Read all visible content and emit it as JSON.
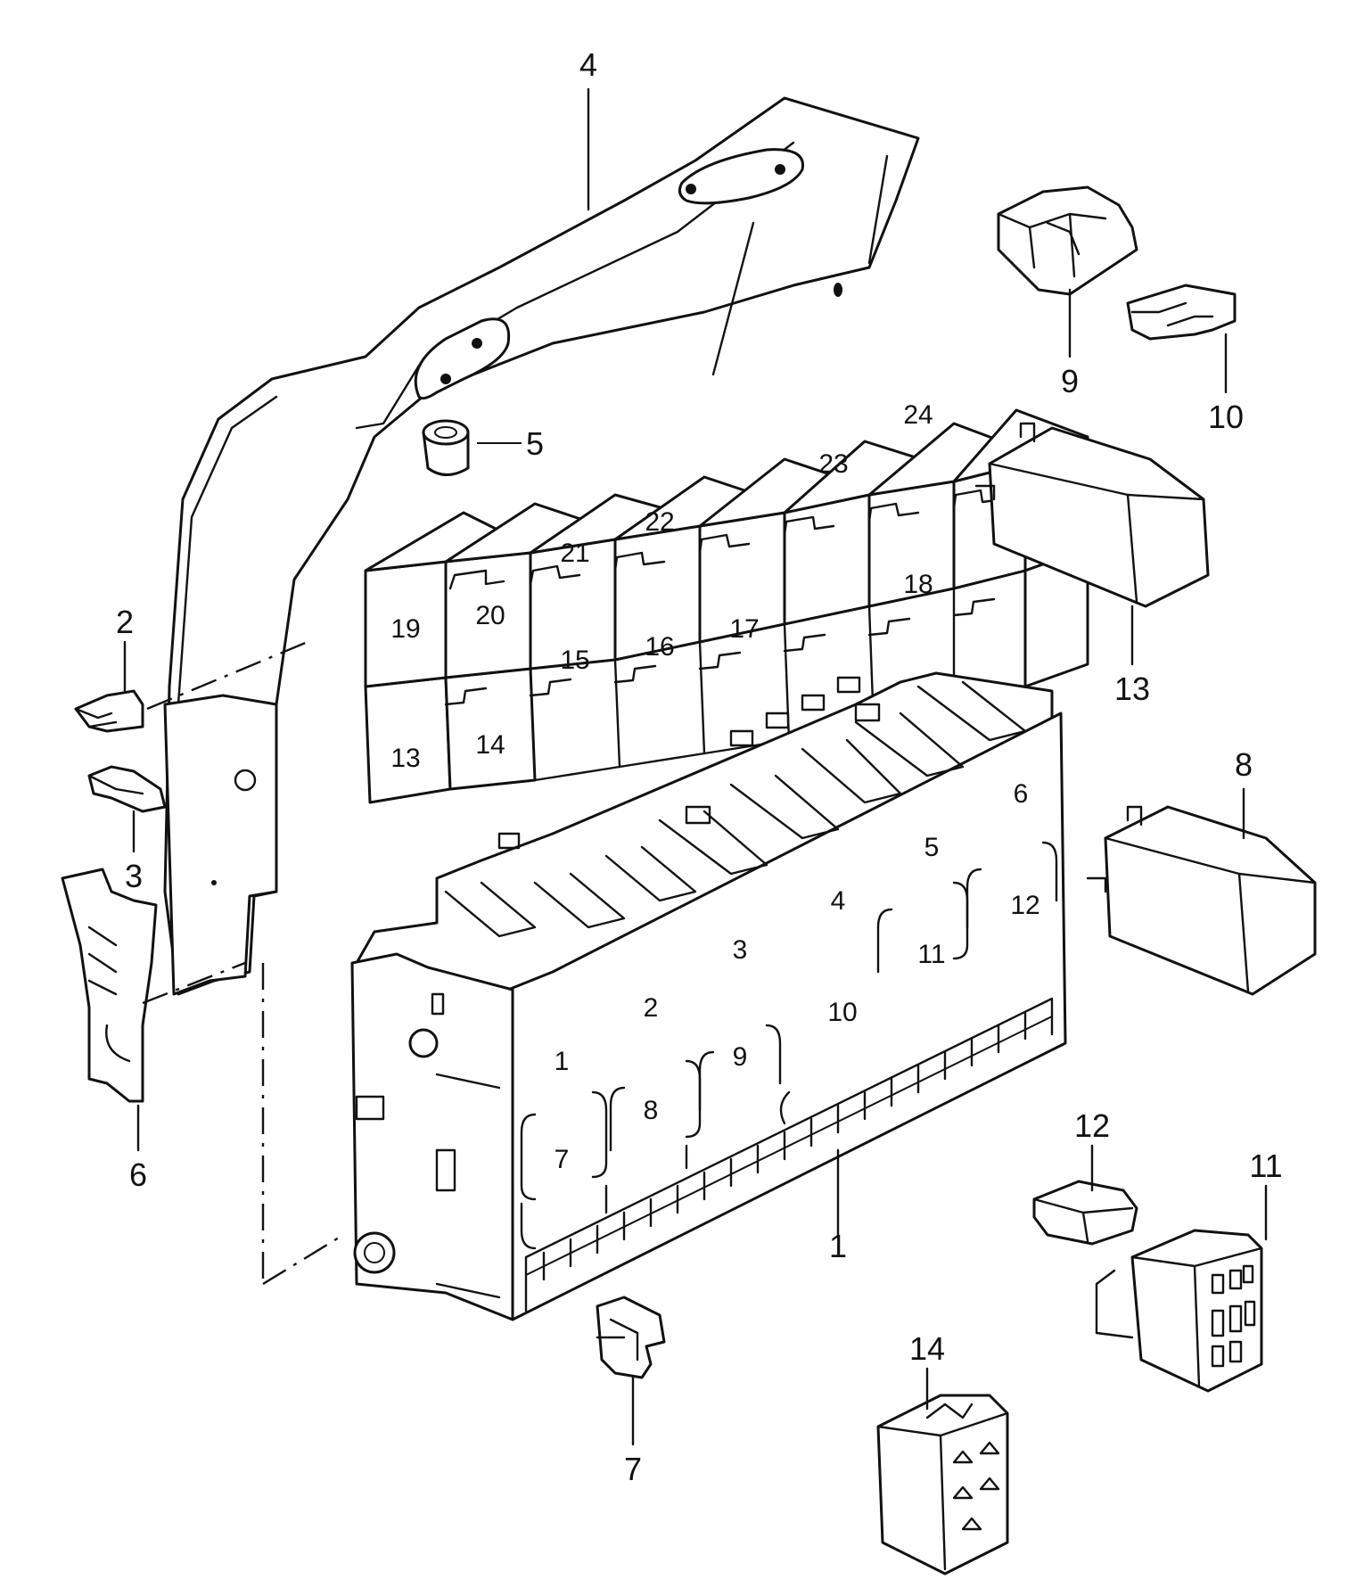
{
  "callouts": [
    "1",
    "2",
    "3",
    "4",
    "5",
    "6",
    "7",
    "8",
    "9",
    "10",
    "11",
    "12",
    "13",
    "14"
  ],
  "relay_positions": [
    "1",
    "2",
    "3",
    "4",
    "5",
    "6",
    "7",
    "8",
    "9",
    "10",
    "11",
    "12",
    "13",
    "14",
    "15",
    "16",
    "17",
    "18",
    "19",
    "20",
    "21",
    "22",
    "23",
    "24"
  ]
}
